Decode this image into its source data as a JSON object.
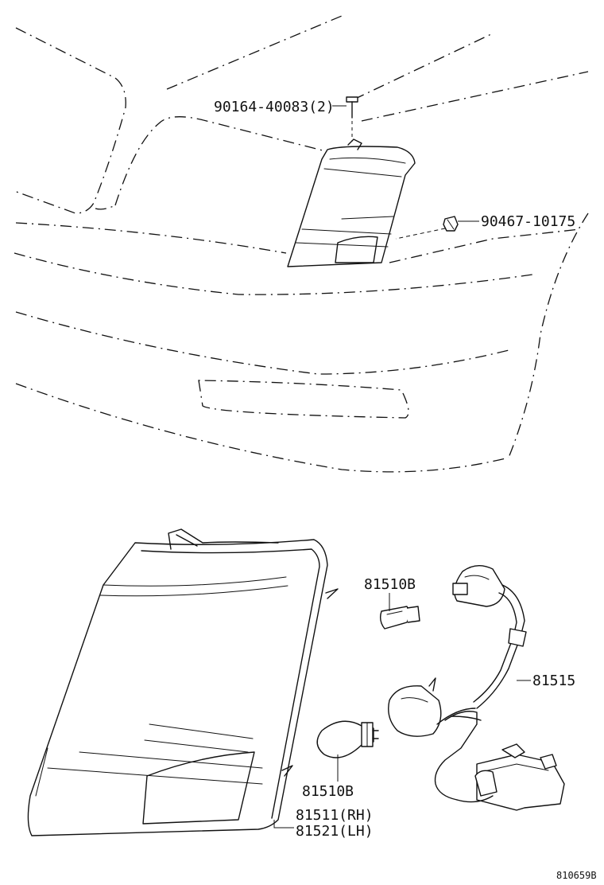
{
  "diagram": {
    "parts": [
      {
        "id": "screw",
        "label": "90164-40083(2)"
      },
      {
        "id": "clip",
        "label": "90467-10175"
      },
      {
        "id": "bulb-small",
        "label": "81510B"
      },
      {
        "id": "socket-harness",
        "label": "81515"
      },
      {
        "id": "bulb-large",
        "label": "81510B"
      },
      {
        "id": "lamp-rh",
        "label": "81511(RH)"
      },
      {
        "id": "lamp-lh",
        "label": "81521(LH)"
      }
    ],
    "figure_number": "810659B"
  }
}
